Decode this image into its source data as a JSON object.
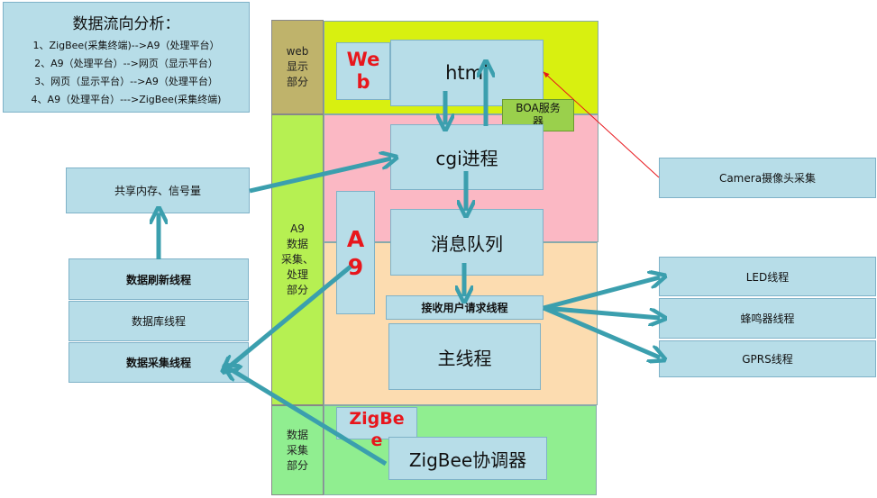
{
  "notes": {
    "title": "数据流向分析：",
    "lines": [
      "1、ZigBee(采集终端)-->A9（处理平台）",
      "2、A9（处理平台）-->网页（显示平台）",
      "3、网页（显示平台）-->A9（处理平台）",
      "4、A9（处理平台）--->ZigBee(采集终端)"
    ]
  },
  "left_labels": {
    "web": "web\n显示\n部分",
    "a9": "A9\n数据\n采集、\n处理\n部分",
    "zigbee": "数据\n采集\n部分"
  },
  "badges": {
    "web": "We\nb",
    "a9": "A\n9",
    "zigbee": "ZigBe\ne"
  },
  "nodes": {
    "html": "html",
    "boa": "BOA服务\n器",
    "cgi": "cgi进程",
    "msgq": "消息队列",
    "recv": "接收用户请求线程",
    "main": "主线程",
    "zigbee_coord": "ZigBee协调器",
    "shm": "共享内存、信号量",
    "refresh": "数据刷新线程",
    "db": "数据库线程",
    "collect": "数据采集线程",
    "camera": "Camera摄像头采集",
    "led": "LED线程",
    "buzzer": "蜂鸣器线程",
    "gprs": "GPRS线程"
  },
  "colors": {
    "web_zone": "#d8f010",
    "pink_zone": "#fbb8c4",
    "peach_zone": "#fcdcb0",
    "green_zone": "#90ee90",
    "side_olive": "#bfb36b",
    "side_lightgreen": "#b6f052",
    "box_fill": "#b7dde8",
    "boa_fill": "#9ad04c",
    "arrow": "#3b9fae",
    "red_arrow": "#e8161c",
    "badge_text": "#e8161c"
  }
}
